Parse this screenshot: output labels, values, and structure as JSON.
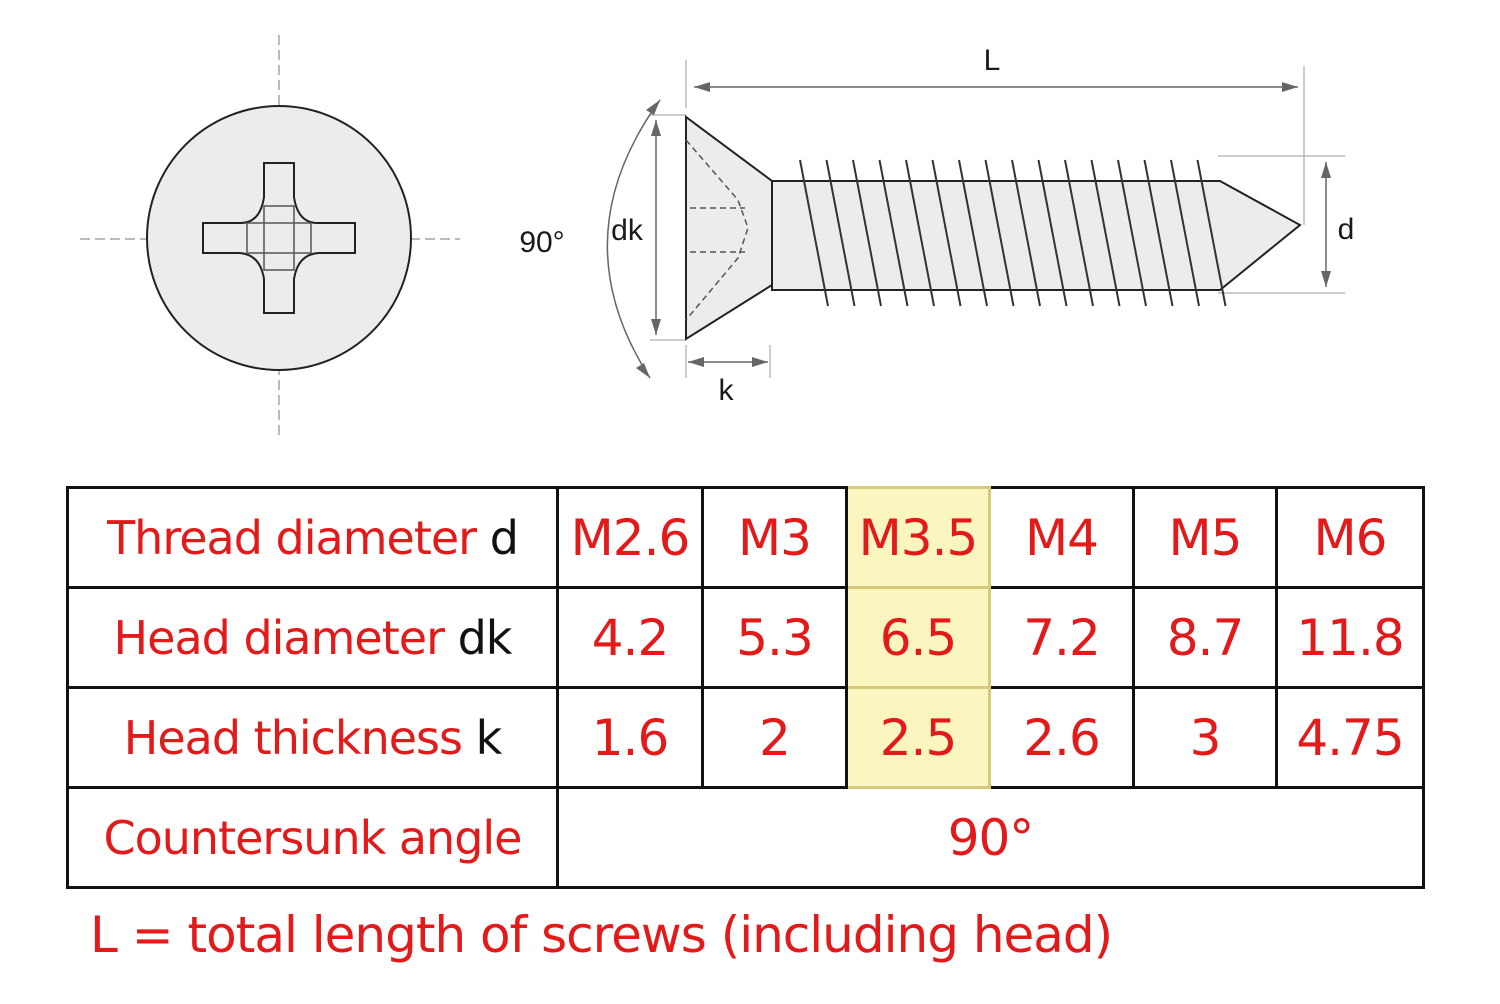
{
  "diagram": {
    "labels": {
      "length": "L",
      "angle": "90°",
      "head_diameter": "dk",
      "head_thickness": "k",
      "thread_diameter": "d"
    }
  },
  "table": {
    "rows": [
      {
        "label": "Thread diameter",
        "symbol": "d",
        "values": [
          "M2.6",
          "M3",
          "M3.5",
          "M4",
          "M5",
          "M6"
        ]
      },
      {
        "label": "Head diameter",
        "symbol": "dk",
        "values": [
          "4.2",
          "5.3",
          "6.5",
          "7.2",
          "8.7",
          "11.8"
        ]
      },
      {
        "label": "Head thickness",
        "symbol": "k",
        "values": [
          "1.6",
          "2",
          "2.5",
          "2.6",
          "3",
          "4.75"
        ]
      }
    ],
    "angle_row": {
      "label": "Countersunk angle",
      "value": "90°"
    },
    "highlight_color": "#fbf6bf",
    "text_color": "#e21a1a"
  },
  "footnote": "L = total length of screws (including head)"
}
